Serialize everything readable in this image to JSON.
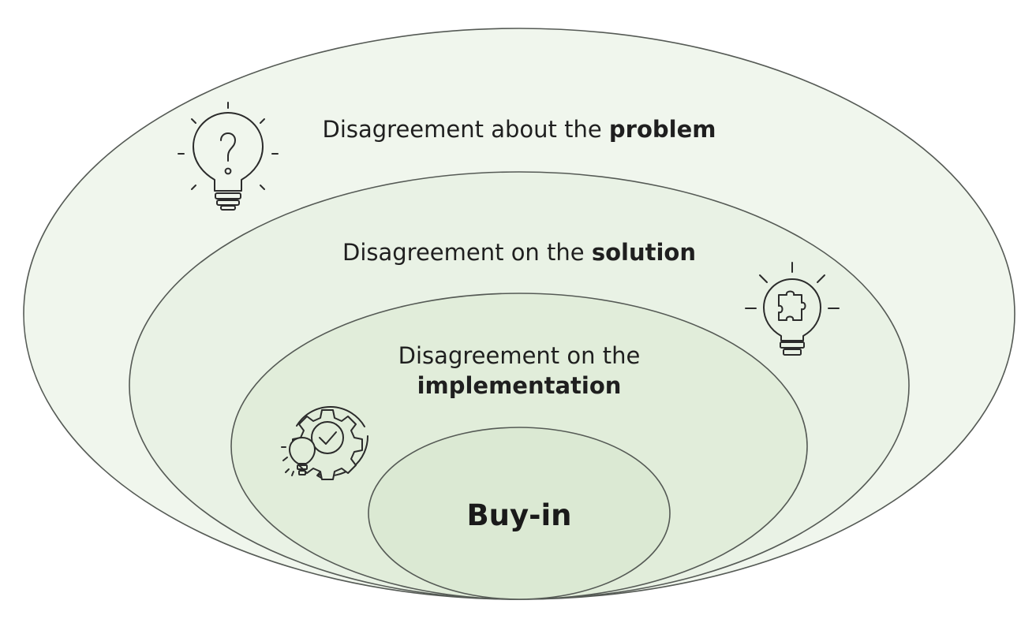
{
  "layers": [
    {
      "id": "problem",
      "prefix": "Disagreement about the ",
      "emphasis": "problem",
      "fill": "#f0f6ed"
    },
    {
      "id": "solution",
      "prefix": "Disagreement on the ",
      "emphasis": "solution",
      "fill": "#e9f2e5"
    },
    {
      "id": "implementation",
      "prefix": "Disagreement on the",
      "emphasis": "implementation",
      "fill": "#e1edda"
    },
    {
      "id": "buy-in",
      "label": "Buy-in",
      "fill": "#dbe9d3"
    }
  ],
  "icons": {
    "problem": "question-lightbulb-icon",
    "solution": "puzzle-lightbulb-icon",
    "implementation": "gear-check-lightbulb-icon"
  },
  "colors": {
    "outline": "#555a55",
    "text": "#1f1f1f",
    "icon": "#2b2b2b"
  }
}
